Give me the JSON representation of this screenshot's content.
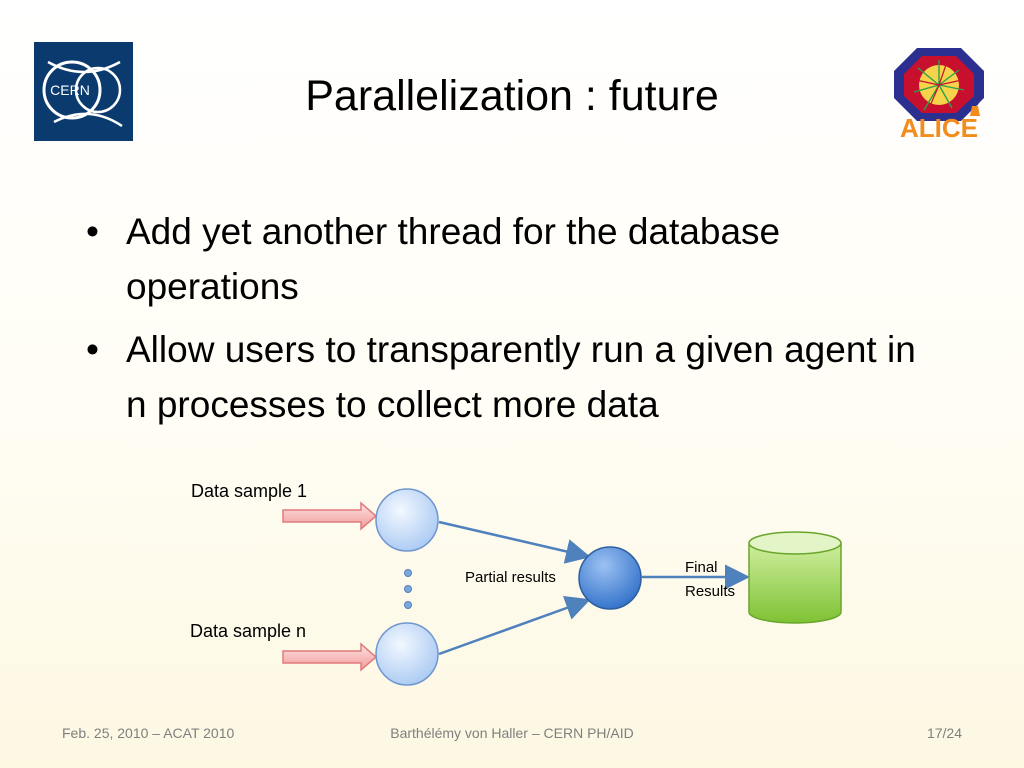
{
  "slide": {
    "title": "Parallelization : future",
    "bullets": [
      "Add yet another thread for the database operations",
      "Allow users to transparently run a given agent in n processes to collect more data"
    ]
  },
  "logos": {
    "cern_text": "CERN",
    "alice_text": "ALICE"
  },
  "diagram": {
    "input_label_1": "Data sample 1",
    "input_label_n": "Data sample n",
    "partial_results": "Partial results",
    "final_results_line1": "Final",
    "final_results_line2": "Results"
  },
  "footer": {
    "left": "Feb. 25, 2010 – ACAT 2010",
    "center": "Barthélémy von Haller – CERN PH/AID",
    "right": "17/24"
  },
  "colors": {
    "cern_blue": "#0b3b6e",
    "node_light": "#cfe2ff",
    "node_dark": "#3d7bd1",
    "arrow_pink": "#f4a0a0",
    "arrow_blue": "#4f81bd",
    "db_green": "#8fcf3f",
    "alice_orange": "#f28c1e"
  }
}
